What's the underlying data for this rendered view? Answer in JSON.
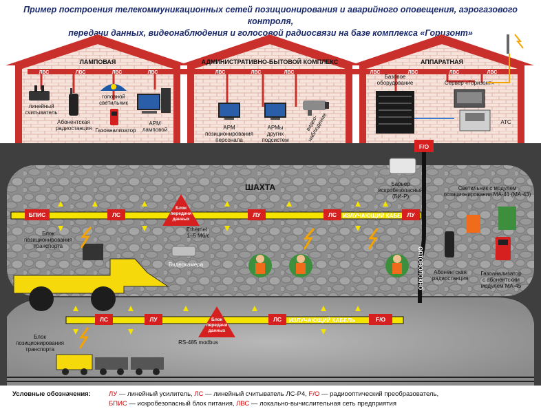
{
  "title": {
    "line1": "Пример построения телекоммуникационных сетей позиционирования и аварийного оповещения, аэрогазового контроля,",
    "line2": "передачи данных, видеонаблюдения и голосовой радиосвязи на базе комплекса «Горизонт»"
  },
  "buildings": {
    "lamp_room": "ЛАМПОВАЯ",
    "admin": "АДМИНИСТРАТИВНО-БЫТОВОЙ КОМПЛЕКС",
    "hardware": "АППАРАТНАЯ"
  },
  "lvs_tag": "ЛВС",
  "equipment": {
    "linear_reader": [
      "линейный",
      "считыватель"
    ],
    "radio_station": [
      "Абонентская",
      "радиостанция"
    ],
    "head_lamp": [
      "головной",
      "светильник"
    ],
    "gas_analyzer": "Газоанализатор",
    "arm_lamp": [
      "АРМ",
      "ламповой"
    ],
    "arm_positioning": [
      "АРМ",
      "позиционирования",
      "персонала"
    ],
    "arm_other": [
      "АРМы",
      "других",
      "подсистем"
    ],
    "video": [
      "видео-",
      "наблюдение"
    ],
    "base_equipment": [
      "Базовое",
      "оборудование"
    ],
    "server": "Сервер «Горизонт»",
    "ats": "АТС"
  },
  "mine": {
    "title": "ШАХТА",
    "barrier": [
      "Барьер",
      "искробезопасный",
      "(БИ-Р)"
    ],
    "lamp_module": [
      "Светильник с модулем",
      "позиционирования МА-41 (МА-43)"
    ],
    "radio_station": [
      "Абонентская",
      "радиостанция"
    ],
    "gas_module": [
      "Газоанализатор",
      "с абонентским",
      "модулем МА-45"
    ],
    "transport_block_1": [
      "Блок",
      "позиционирования",
      "транспорта"
    ],
    "transport_block_2": [
      "Блок",
      "позиционирования",
      "транспорта"
    ],
    "camera": "Видеокамера",
    "ethernet": [
      "Ethernet",
      "1–5 Мб/с"
    ],
    "rs485": "RS-485 modbus",
    "data_block": [
      "Блок",
      "передачи",
      "данных"
    ],
    "optic_cable": "ОПТОВОЛОКНО"
  },
  "tags": {
    "bpis": "БПИС",
    "ls": "ЛС",
    "lu": "ЛУ",
    "fo": "F/O",
    "radiating_cable": "ИЗЛУЧАЮЩИЙ КАБЕЛЬ"
  },
  "legend": {
    "heading": "Условные обозначения:",
    "lu_key": "ЛУ",
    "lu_text": " — линейный усилитель, ",
    "ls_key": "ЛС",
    "ls_text": " — линейный считыватель ЛС-Р4, ",
    "fo_key": "F/O",
    "fo_text": " — радиооптический преобразователь,",
    "bpis_key": "БПИС",
    "bpis_text": " — искробезопасный блок питания, ",
    "lvs_key": "ЛВС",
    "lvs_text": " — локально-вычислительная сеть предприятия"
  },
  "colors": {
    "brick": "#c9302c",
    "mine_gray": "#4a4a4a",
    "cable_yellow": "#f5e400",
    "tag_red": "#d62020",
    "title_blue": "#1a2a6c"
  }
}
